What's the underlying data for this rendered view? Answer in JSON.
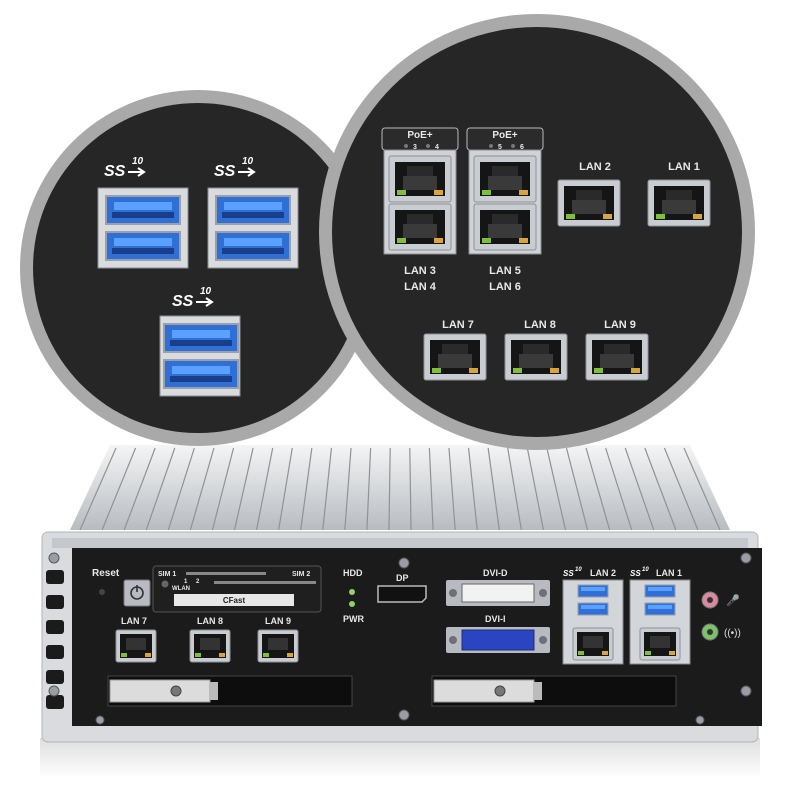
{
  "usb_logo_text": "SS",
  "usb_logo_speed": "10",
  "zoom_right": {
    "poe_label": "PoE+",
    "poe_leds_a": [
      "3",
      "4"
    ],
    "poe_leds_b": [
      "5",
      "6"
    ],
    "lan_3_4": [
      "LAN 3",
      "LAN 4"
    ],
    "lan_5_6": [
      "LAN 5",
      "LAN 6"
    ],
    "lan_2": "LAN 2",
    "lan_1": "LAN 1",
    "lan_7": "LAN 7",
    "lan_8": "LAN 8",
    "lan_9": "LAN 9"
  },
  "front_panel": {
    "reset": "Reset",
    "sim1": "SIM 1",
    "sim2": "SIM 2",
    "wlan": "WLAN",
    "sim_leds": [
      "1",
      "2"
    ],
    "cfast": "CFast",
    "hdd": "HDD",
    "pwr": "PWR",
    "dp": "DP",
    "dvi_d": "DVI-D",
    "dvi_i": "DVI-I",
    "lan_2": "LAN 2",
    "lan_1": "LAN 1",
    "lan_7": "LAN 7",
    "lan_8": "LAN 8",
    "lan_9": "LAN 9"
  },
  "colors": {
    "usb_blue": "#2f6fd6",
    "panel_black": "#1b1b1b",
    "chassis_silver": "#d9dbde",
    "circle_ring": "#a9a9a9",
    "circle_bg": "#262626",
    "led_green": "#6cc24a",
    "audio_pink": "#d98aa0",
    "audio_green": "#7cc26b",
    "dvi_blue": "#2a45c2"
  }
}
